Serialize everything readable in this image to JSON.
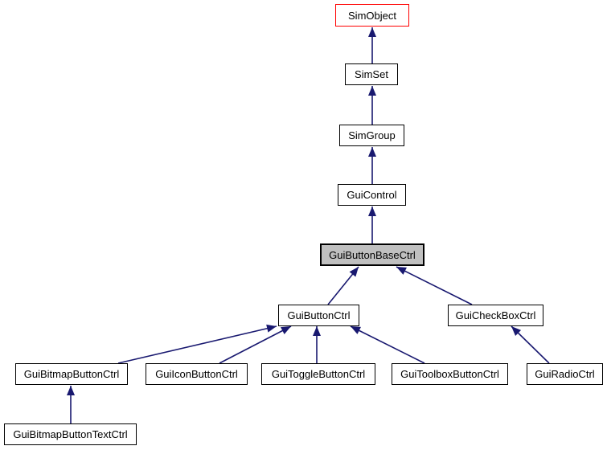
{
  "diagram": {
    "kind": "class-inheritance-graph",
    "colors": {
      "background": "#ffffff",
      "arrow": "#191970",
      "box_border": "#000000",
      "box_fill": "#ffffff",
      "root_border": "#ff0000",
      "highlight_fill": "#c0c0c0",
      "text": "#000000"
    },
    "nodes": [
      {
        "id": "SimObject",
        "label": "SimObject",
        "variant": "red-outline"
      },
      {
        "id": "SimSet",
        "label": "SimSet",
        "variant": "normal"
      },
      {
        "id": "SimGroup",
        "label": "SimGroup",
        "variant": "normal"
      },
      {
        "id": "GuiControl",
        "label": "GuiControl",
        "variant": "normal"
      },
      {
        "id": "GuiButtonBaseCtrl",
        "label": "GuiButtonBaseCtrl",
        "variant": "highlighted-current"
      },
      {
        "id": "GuiButtonCtrl",
        "label": "GuiButtonCtrl",
        "variant": "normal"
      },
      {
        "id": "GuiCheckBoxCtrl",
        "label": "GuiCheckBoxCtrl",
        "variant": "normal"
      },
      {
        "id": "GuiBitmapButtonCtrl",
        "label": "GuiBitmapButtonCtrl",
        "variant": "normal"
      },
      {
        "id": "GuiIconButtonCtrl",
        "label": "GuiIconButtonCtrl",
        "variant": "normal"
      },
      {
        "id": "GuiToggleButtonCtrl",
        "label": "GuiToggleButtonCtrl",
        "variant": "normal"
      },
      {
        "id": "GuiToolboxButtonCtrl",
        "label": "GuiToolboxButtonCtrl",
        "variant": "normal"
      },
      {
        "id": "GuiRadioCtrl",
        "label": "GuiRadioCtrl",
        "variant": "normal"
      },
      {
        "id": "GuiBitmapButtonTextCtrl",
        "label": "GuiBitmapButtonTextCtrl",
        "variant": "normal"
      }
    ],
    "edges": [
      {
        "from": "SimSet",
        "to": "SimObject"
      },
      {
        "from": "SimGroup",
        "to": "SimSet"
      },
      {
        "from": "GuiControl",
        "to": "SimGroup"
      },
      {
        "from": "GuiButtonBaseCtrl",
        "to": "GuiControl"
      },
      {
        "from": "GuiButtonCtrl",
        "to": "GuiButtonBaseCtrl"
      },
      {
        "from": "GuiCheckBoxCtrl",
        "to": "GuiButtonBaseCtrl"
      },
      {
        "from": "GuiBitmapButtonCtrl",
        "to": "GuiButtonCtrl"
      },
      {
        "from": "GuiIconButtonCtrl",
        "to": "GuiButtonCtrl"
      },
      {
        "from": "GuiToggleButtonCtrl",
        "to": "GuiButtonCtrl"
      },
      {
        "from": "GuiToolboxButtonCtrl",
        "to": "GuiButtonCtrl"
      },
      {
        "from": "GuiRadioCtrl",
        "to": "GuiCheckBoxCtrl"
      },
      {
        "from": "GuiBitmapButtonTextCtrl",
        "to": "GuiBitmapButtonCtrl"
      }
    ]
  }
}
